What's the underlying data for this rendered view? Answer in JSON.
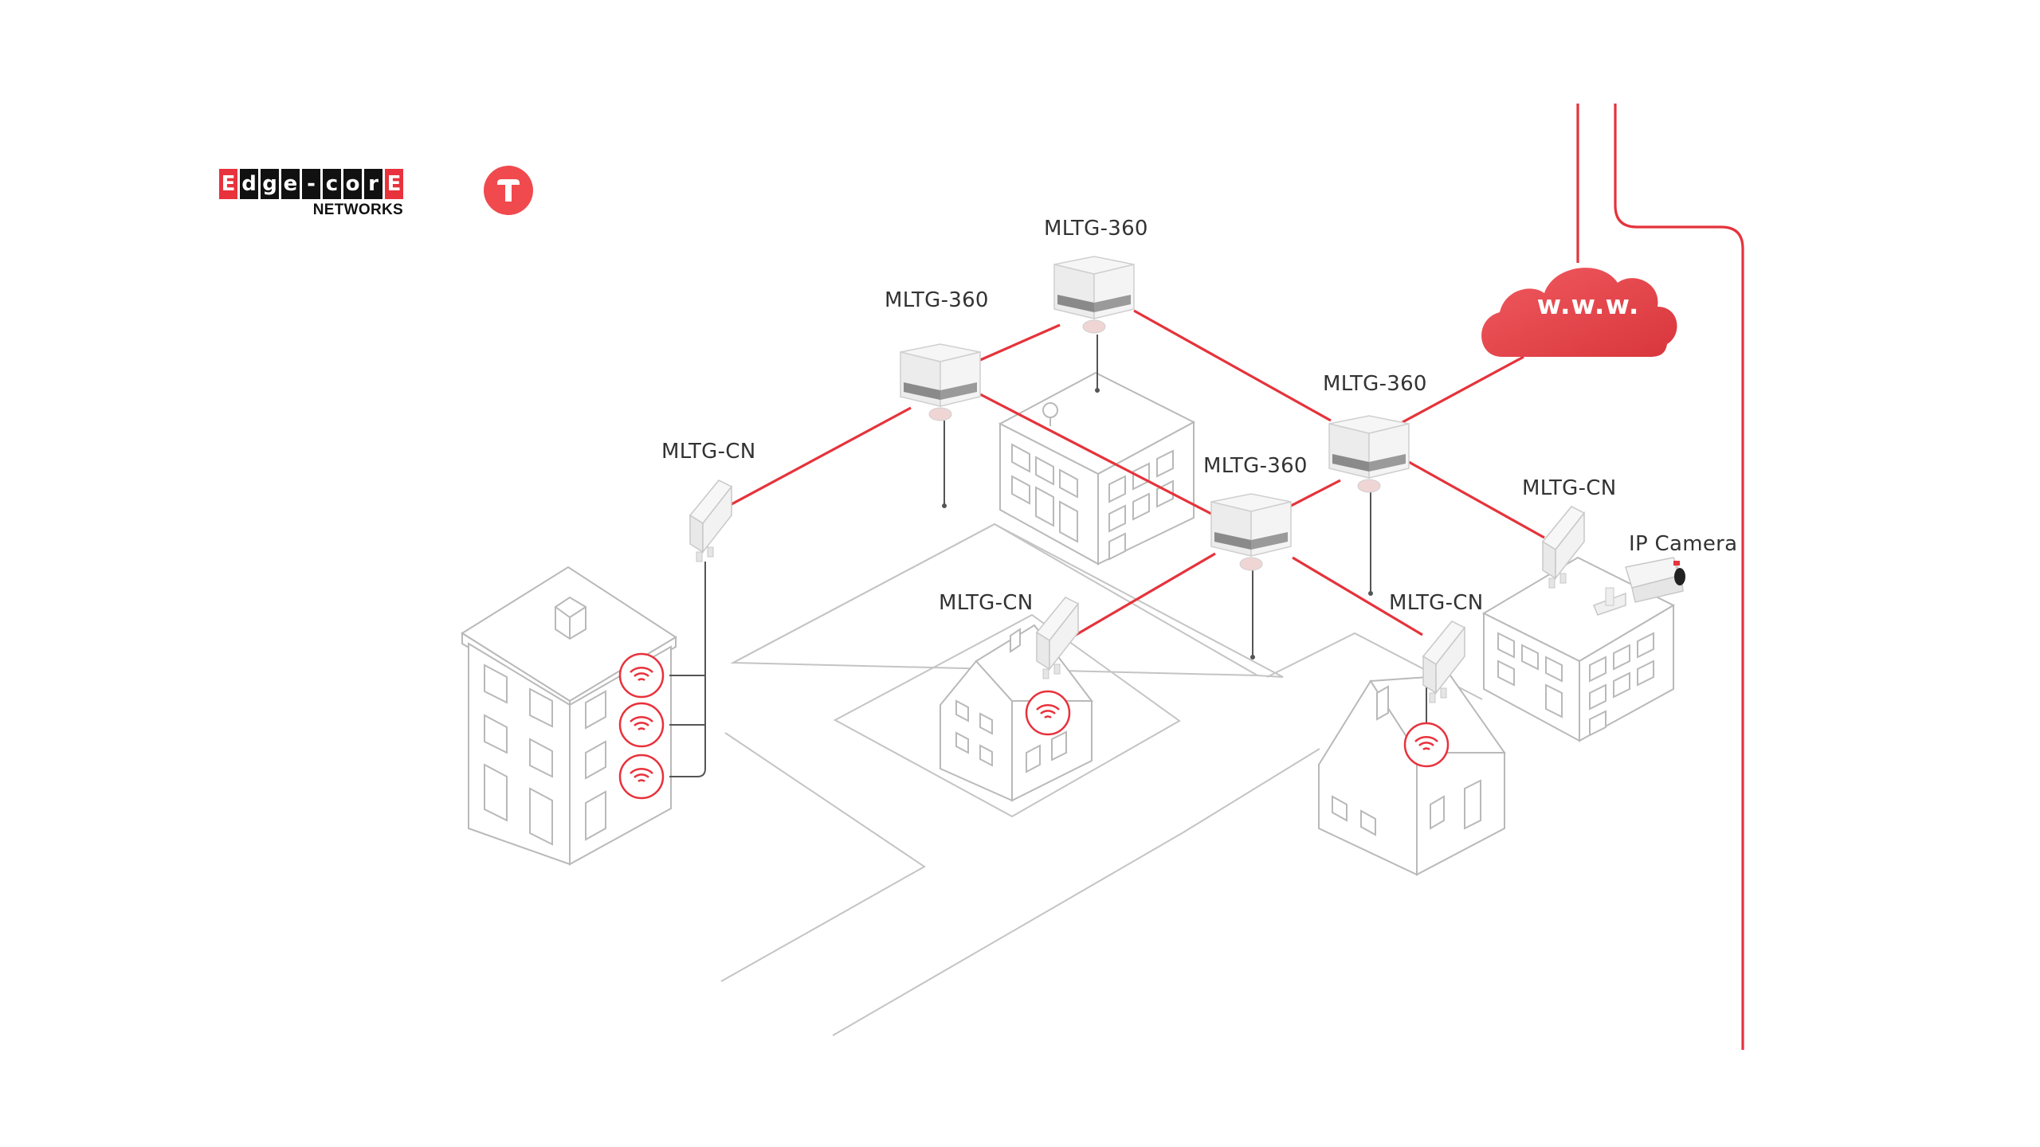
{
  "logo": {
    "letters": [
      "E",
      "d",
      "g",
      "e",
      "-",
      "c",
      "o",
      "r",
      "E"
    ],
    "subtitle": "NETWORKS"
  },
  "cloud": {
    "text": "w.w.w."
  },
  "labels": {
    "mltg360_top": "MLTG-360",
    "mltg360_left": "MLTG-360",
    "mltg360_right": "MLTG-360",
    "mltg360_mid": "MLTG-360",
    "mltgcn_left": "MLTG-CN",
    "mltgcn_right": "MLTG-CN",
    "mltgcn_mid": "MLTG-CN",
    "mltgcn_house": "MLTG-CN",
    "ip_camera": "IP Camera"
  },
  "colors": {
    "accent": "#e8323c",
    "link": "#e5333b",
    "outline": "#b9b9b9",
    "device": "#f2f2f2",
    "text": "#333333"
  }
}
